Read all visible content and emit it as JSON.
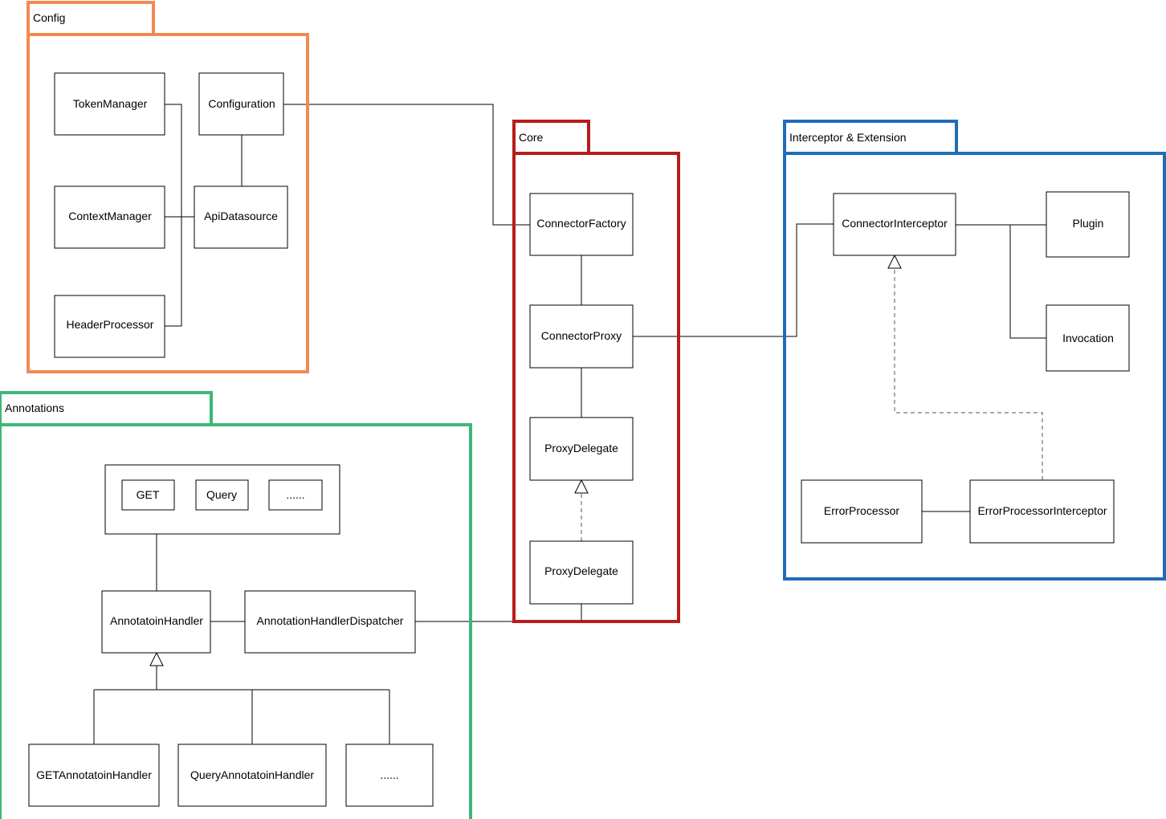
{
  "packages": {
    "config": {
      "label": "Config",
      "color": "#F08A52"
    },
    "core": {
      "label": "Core",
      "color": "#B81C1C"
    },
    "interceptor": {
      "label": "Interceptor & Extension",
      "color": "#1E6DB8"
    },
    "annotations": {
      "label": "Annotations",
      "color": "#3CB878"
    }
  },
  "classes": {
    "token_manager": "TokenManager",
    "configuration": "Configuration",
    "context_manager": "ContextManager",
    "api_datasource": "ApiDatasource",
    "header_processor": "HeaderProcessor",
    "connector_factory": "ConnectorFactory",
    "connector_proxy": "ConnectorProxy",
    "proxy_delegate": "ProxyDelegate",
    "proxy_delegate_impl": "ProxyDelegate",
    "connector_interceptor": "ConnectorInterceptor",
    "plugin": "Plugin",
    "invocation": "Invocation",
    "error_processor": "ErrorProcessor",
    "error_processor_interceptor": "ErrorProcessorInterceptor",
    "annotation_get": "GET",
    "annotation_query": "Query",
    "annotation_more": "......",
    "annotation_handler": "AnnotatoinHandler",
    "annotation_handler_dispatcher": "AnnotationHandlerDispatcher",
    "get_annotation_handler": "GETAnnotatoinHandler",
    "query_annotation_handler": "QueryAnnotatoinHandler",
    "handler_more": "......"
  }
}
